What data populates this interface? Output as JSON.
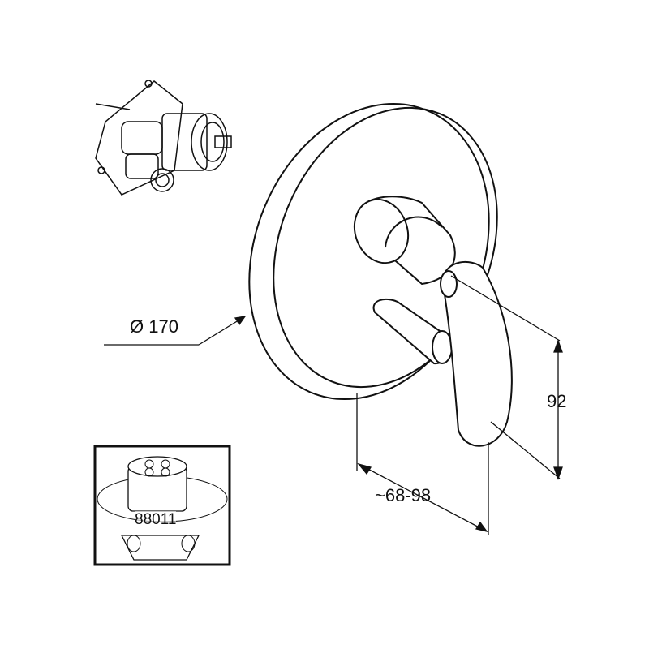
{
  "drawing": {
    "diameter_label": "170",
    "diameter_symbol": "Ø",
    "height_label": "92",
    "depth_label": "~68-98",
    "inset_article_number": "88011"
  }
}
